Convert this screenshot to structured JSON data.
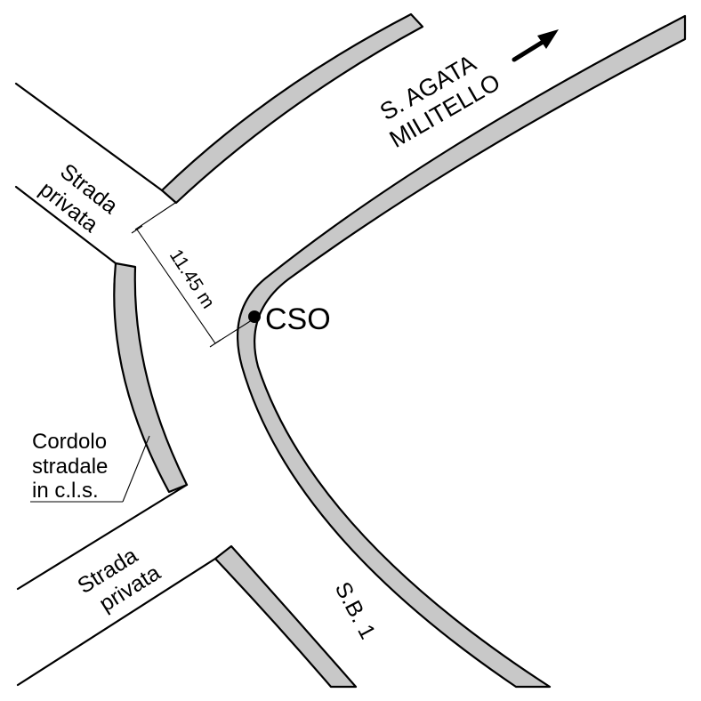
{
  "labels": {
    "destination_line1": "S. AGATA",
    "destination_line2": "MILITELLO",
    "private_road_top_line1": "Strada",
    "private_road_top_line2": "privata",
    "private_road_bottom_line1": "Strada",
    "private_road_bottom_line2": "privata",
    "road_name": "S.B. 1",
    "point_label": "CSO",
    "dimension": "11.45 m",
    "curb_line1": "Cordolo",
    "curb_line2": "stradale",
    "curb_line3": "in c.l.s."
  },
  "colors": {
    "curb_fill": "#c8c8c8",
    "line": "#000000",
    "background": "#ffffff"
  },
  "icons": {
    "direction": "arrow-northeast-icon",
    "point": "survey-point-dot-icon"
  }
}
